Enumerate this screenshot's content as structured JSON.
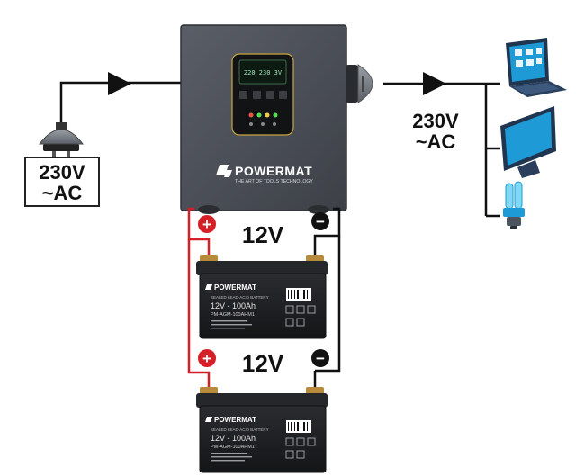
{
  "input_label": {
    "line1": "230V",
    "line2": "~AC"
  },
  "output_label": {
    "line1": "230V",
    "line2": "~AC"
  },
  "voltage_top": "12V",
  "voltage_bottom": "12V",
  "plus_sign": "+",
  "minus_sign": "−",
  "inverter": {
    "brand": "POWERMAT",
    "tagline": "THE ART OF TOOLS TECHNOLOGY",
    "lcd_text": "220 230 3V"
  },
  "battery": {
    "brand": "POWERMAT",
    "model": "12V - 100Ah",
    "code": "PM-AGM-100AHM1",
    "caption": "SEALED LEAD-ACID BATTERY"
  },
  "devices": [
    "laptop-icon",
    "monitor-icon",
    "bulb-icon"
  ],
  "colors": {
    "inverter_body": "#4a4d55",
    "battery_body": "#1e1f22",
    "positive": "#d42026",
    "negative": "#111111",
    "device_blue": "#1e9bd7",
    "device_dark": "#1f3550"
  }
}
